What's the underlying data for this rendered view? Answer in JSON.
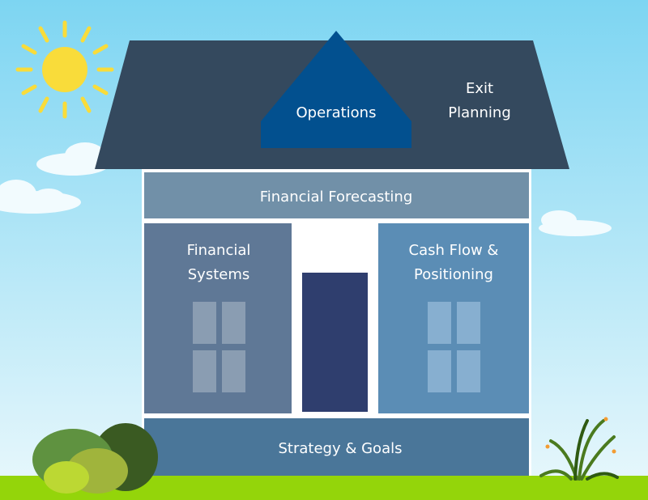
{
  "roof": {
    "left_label": "Operations",
    "right_label_line1": "Exit",
    "right_label_line2": "Planning"
  },
  "forecasting": {
    "label": "Financial  Forecasting"
  },
  "left_room": {
    "line1": "Financial",
    "line2": "Systems"
  },
  "right_room": {
    "line1": "Cash Flow &",
    "line2": "Positioning"
  },
  "foundation": {
    "label": "Strategy & Goals"
  },
  "colors": {
    "roof": "#34495e",
    "operations": "#02508f",
    "forecasting": "#7190a8",
    "left_room": "#5f7896",
    "right_room": "#5b8db5",
    "door": "#2f3e6e",
    "foundation": "#4a7699",
    "grass": "#94d50a",
    "sun": "#f9dc3a"
  }
}
